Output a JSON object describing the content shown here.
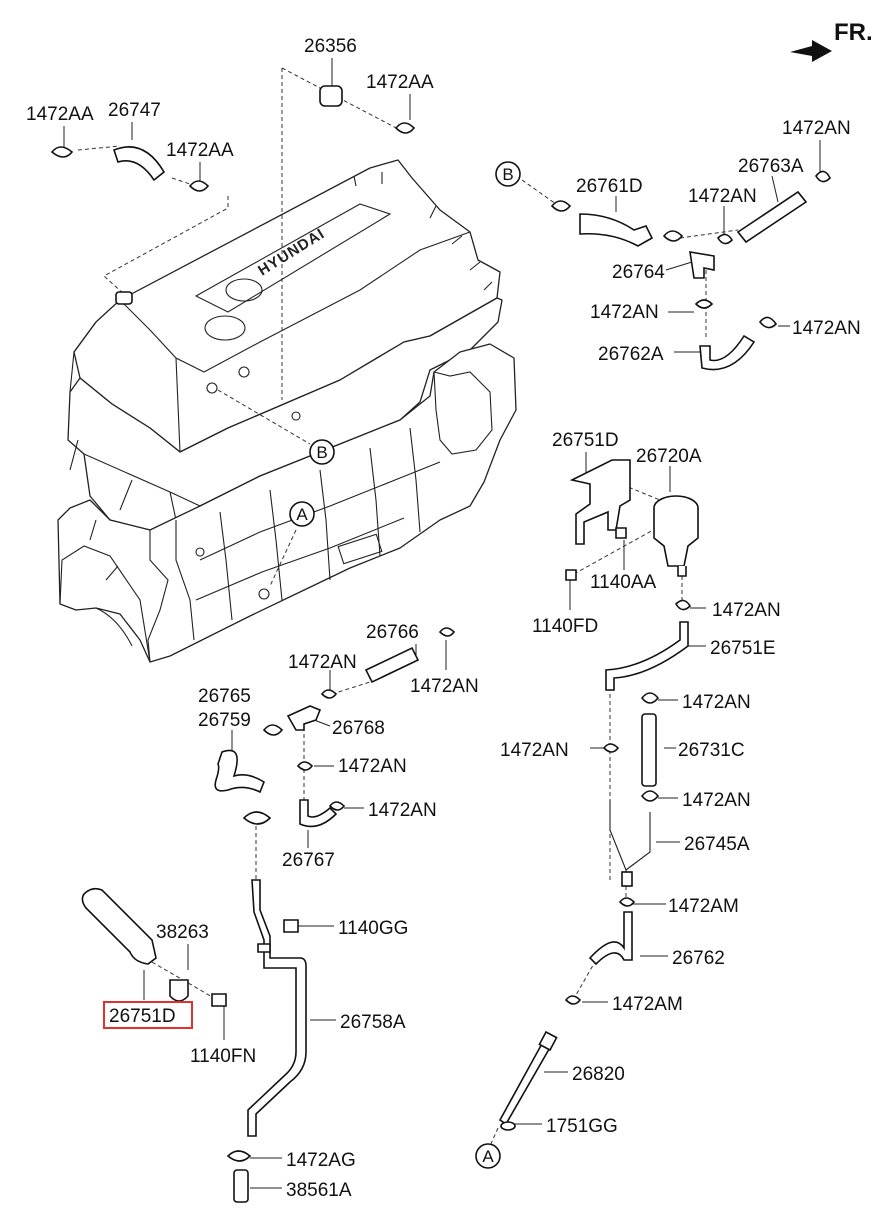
{
  "orientation_label": "FR.",
  "brand_text": "HYUNDAI",
  "markers": {
    "a": "A",
    "b": "B"
  },
  "highlighted_part": "26751D",
  "labels": {
    "p26356": "26356",
    "p1472aa_top": "1472AA",
    "p1472aa_left": "1472AA",
    "p26747": "26747",
    "p1472aa_mid": "1472AA",
    "p1472an_tr": "1472AN",
    "p26763a": "26763A",
    "p26761d": "26761D",
    "p1472an_r1": "1472AN",
    "p26764": "26764",
    "p1472an_r2": "1472AN",
    "p1472an_r3": "1472AN",
    "p26762a": "26762A",
    "p26751d_top": "26751D",
    "p26720a": "26720A",
    "p1140aa": "1140AA",
    "p1140fd": "1140FD",
    "p1472an_r4": "1472AN",
    "p26751e": "26751E",
    "p26766": "26766",
    "p1472an_m1": "1472AN",
    "p1472an_m2": "1472AN",
    "p26765": "26765",
    "p26759": "26759",
    "p26768": "26768",
    "p1472an_m3": "1472AN",
    "p1472an_m4": "1472AN",
    "p26767": "26767",
    "p1472an_r5": "1472AN",
    "p1472an_r6": "1472AN",
    "p26731c": "26731C",
    "p1472an_r7": "1472AN",
    "p26745a": "26745A",
    "p1472am_1": "1472AM",
    "p26762": "26762",
    "p1472am_2": "1472AM",
    "p38263": "38263",
    "p1140gg": "1140GG",
    "p26751d_bottom": "26751D",
    "p1140fn": "1140FN",
    "p26758a": "26758A",
    "p26820": "26820",
    "p1751gg": "1751GG",
    "p1472ag": "1472AG",
    "p38561a": "38561A"
  }
}
